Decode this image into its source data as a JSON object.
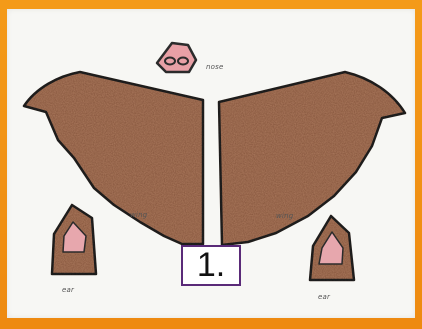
{
  "image": {
    "step_label": "1.",
    "handwritten": {
      "nose": "nose",
      "wing_left": "wing",
      "wing_right": "wing",
      "ear_left": "ear",
      "ear_right": "ear"
    }
  },
  "colors": {
    "border": "#f0900e",
    "paper": "#f7f7f4",
    "wing_fill": "#a8765a",
    "ear_pink": "#e7a7ad",
    "nose_pink": "#e8a0a6",
    "outline": "#2b2b2b",
    "label_border": "#5a2a78"
  }
}
